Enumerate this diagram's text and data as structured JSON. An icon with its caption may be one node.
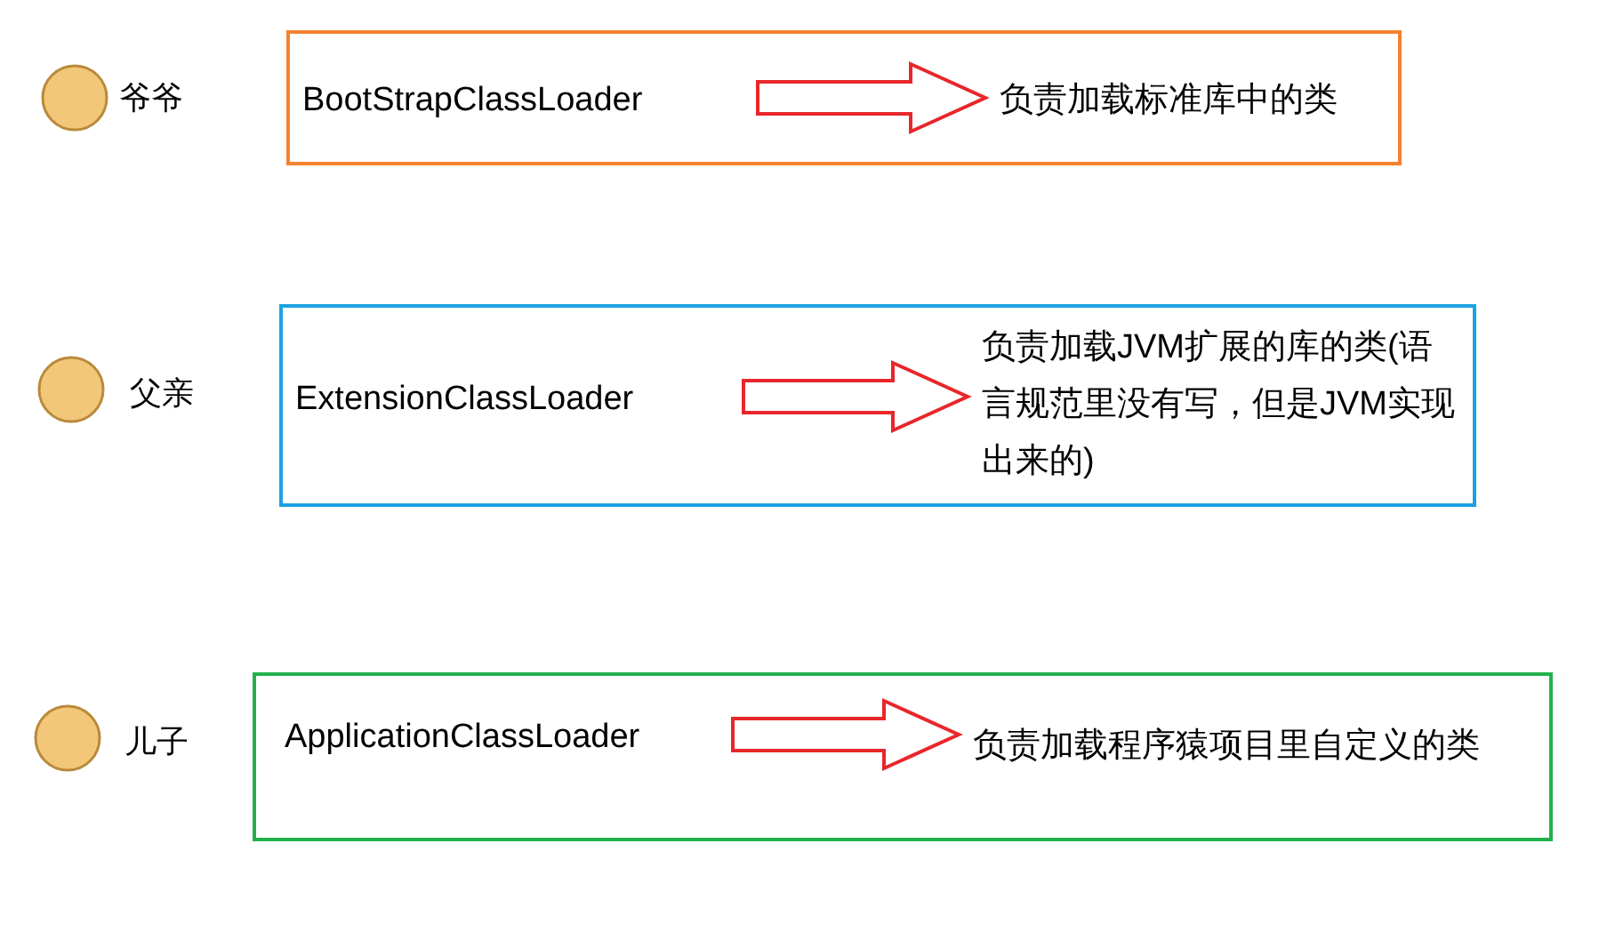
{
  "diagram": {
    "nodes": [
      {
        "text": [],
        "shape": "box"
      },
      {
        "text": [
          "BootStrapClassLoader"
        ],
        "in": 0
      },
      {
        "text": [
          "负责加载标准库中的类"
        ],
        "in": 0
      },
      {
        "text": [],
        "shape": "box"
      },
      {
        "text": [
          "ExtensionClassLoader"
        ],
        "in": 3
      },
      {
        "text": [
          "负责加载JVM扩展的库的类(语言规范里没有写，但是JVM实现出来的)"
        ],
        "in": 3
      },
      {
        "text": [],
        "shape": "box"
      },
      {
        "text": [
          "ApplicationClassLoader"
        ],
        "in": 6
      },
      {
        "text": [
          "负责加载程序猿项目里自定义的类"
        ],
        "in": 6
      }
    ],
    "edges": [
      {
        "from": 1,
        "to": 2,
        "arrow": "to",
        "color": "#e8262b"
      },
      {
        "from": 4,
        "to": 5,
        "arrow": "to",
        "color": "#e8262b"
      },
      {
        "from": 7,
        "to": 8,
        "arrow": "to",
        "color": "#e8262b"
      }
    ],
    "labels": [
      "爷爷",
      "父亲",
      "儿子"
    ]
  }
}
